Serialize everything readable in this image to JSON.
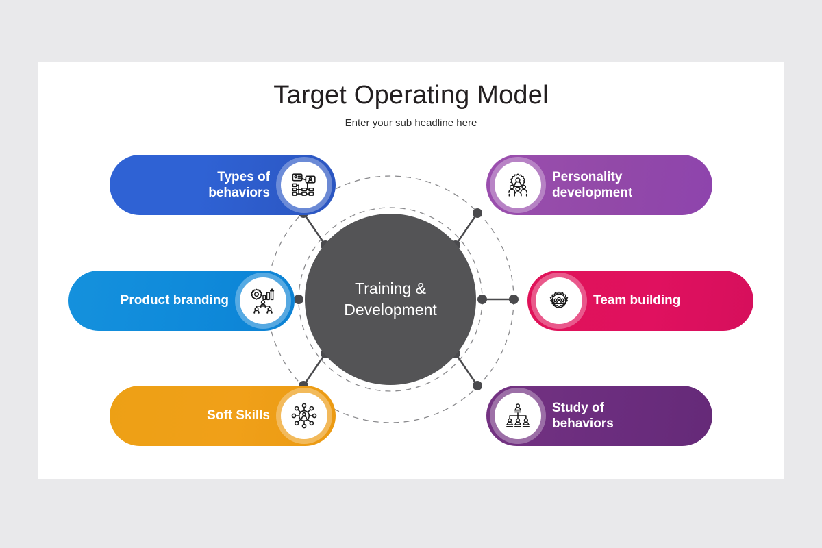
{
  "background_color": "#e9e9eb",
  "card_color": "#ffffff",
  "header": {
    "title": "Target Operating Model",
    "subtitle": "Enter your sub headline here"
  },
  "center": {
    "label": "Training &\nDevelopment",
    "color": "#545456",
    "text_color": "#ffffff"
  },
  "connectors": {
    "line_color": "#4a4a4d",
    "dot_color": "#4a4a4d",
    "dashed_ring_color": "#8a8a8d"
  },
  "nodes": [
    {
      "id": "types-of-behaviors",
      "label": "Types of\nbehaviors",
      "side": "left",
      "color": "#2f62d4",
      "gradient_end": "#2b55c0",
      "icon": "org-chart-people-icon"
    },
    {
      "id": "personality-development",
      "label": "Personality\ndevelopment",
      "side": "right",
      "color": "#9b4fae",
      "gradient_end": "#8e44ad",
      "icon": "gear-group-people-icon"
    },
    {
      "id": "product-branding",
      "label": "Product branding",
      "side": "left",
      "color": "#1591dd",
      "gradient_end": "#0d82d4",
      "icon": "gear-chart-team-icon"
    },
    {
      "id": "team-building",
      "label": "Team building",
      "side": "right",
      "color": "#e0115f",
      "gradient_end": "#d60f5c",
      "icon": "gear-team-icon"
    },
    {
      "id": "soft-skills",
      "label": "Soft Skills",
      "side": "left",
      "color": "#f0a019",
      "gradient_end": "#eb9a12",
      "icon": "network-hub-person-icon"
    },
    {
      "id": "study-of-behaviors",
      "label": "Study of\nbehaviors",
      "side": "right",
      "color": "#6b2d7e",
      "gradient_end": "#652a78",
      "icon": "hierarchy-people-icon"
    }
  ]
}
